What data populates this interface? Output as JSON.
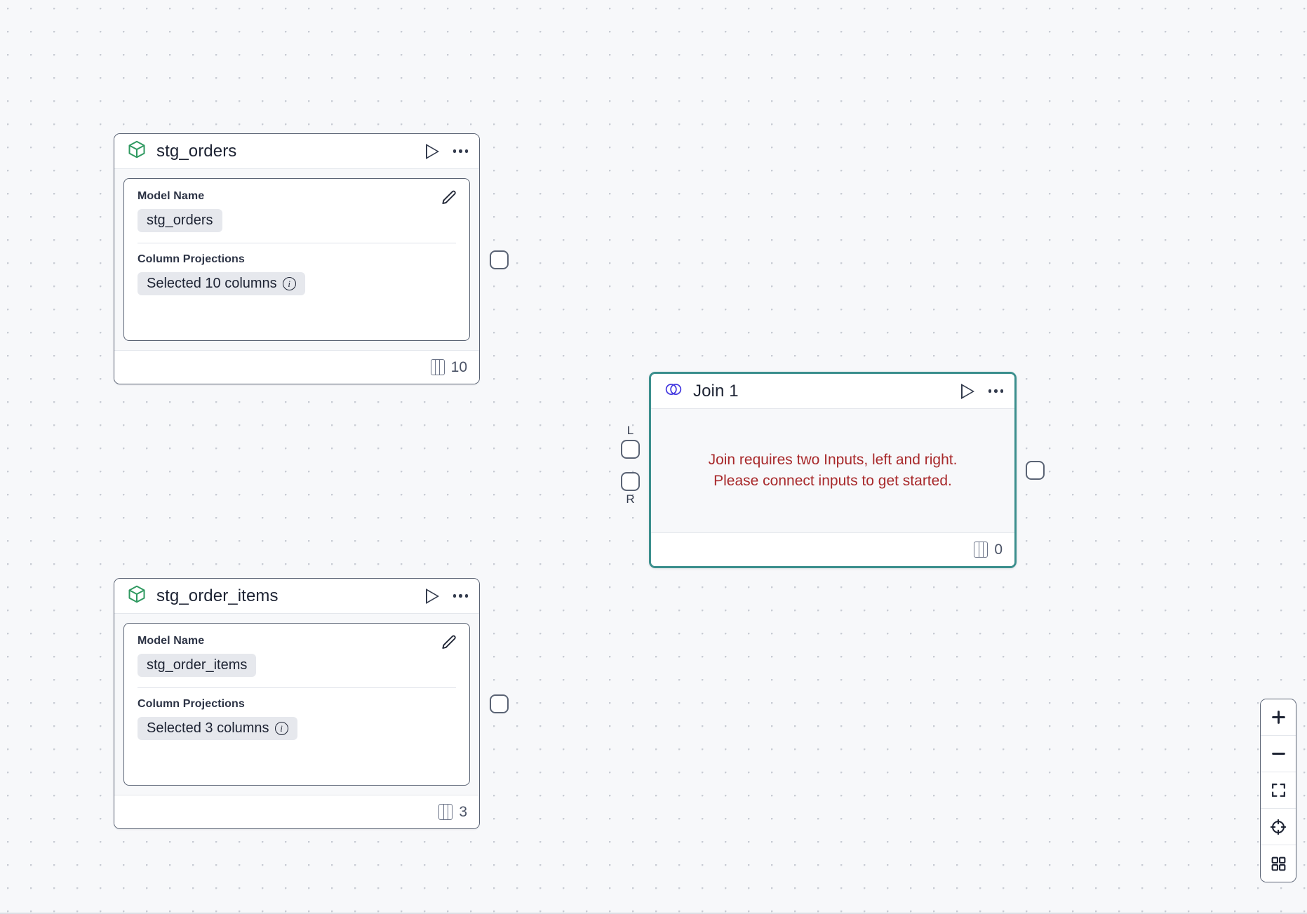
{
  "canvas": {
    "background_color": "#f7f8fa",
    "grid": "dot-grid",
    "grid_dot_color": "#c8ccd4"
  },
  "colors": {
    "node_border": "#5a6374",
    "selected_border": "#3b8f8d",
    "model_icon": "#2f9960",
    "join_icon": "#4338e0",
    "warning_text": "#a8292b",
    "chip_background": "#e6e8ed"
  },
  "nodes": [
    {
      "id": "stg_orders",
      "type": "model",
      "icon": "cube-icon",
      "title": "stg_orders",
      "selected": false,
      "actions": {
        "run_label": "run",
        "more_label": "more-options"
      },
      "fields": [
        {
          "label": "Model Name",
          "value": "stg_orders",
          "has_info": false,
          "editable": true
        },
        {
          "label": "Column Projections",
          "value": "Selected 10 columns",
          "has_info": true,
          "editable": false
        }
      ],
      "footer": {
        "columns": "10"
      }
    },
    {
      "id": "join_1",
      "type": "join",
      "icon": "venn-icon",
      "title": "Join 1",
      "selected": true,
      "actions": {
        "run_label": "run",
        "more_label": "more-options"
      },
      "warning_lines": [
        "Join requires two Inputs, left and right.",
        "Please connect inputs to get started."
      ],
      "input_ports": [
        {
          "label": "L",
          "name": "left"
        },
        {
          "label": "R",
          "name": "right"
        }
      ],
      "footer": {
        "columns": "0"
      }
    },
    {
      "id": "stg_order_items",
      "type": "model",
      "icon": "cube-icon",
      "title": "stg_order_items",
      "selected": false,
      "actions": {
        "run_label": "run",
        "more_label": "more-options"
      },
      "fields": [
        {
          "label": "Model Name",
          "value": "stg_order_items",
          "has_info": false,
          "editable": true
        },
        {
          "label": "Column Projections",
          "value": "Selected 3 columns",
          "has_info": true,
          "editable": false
        }
      ],
      "footer": {
        "columns": "3"
      }
    }
  ],
  "controls": [
    {
      "name": "zoom-in-button",
      "icon": "plus-icon",
      "label": "+"
    },
    {
      "name": "zoom-out-button",
      "icon": "minus-icon",
      "label": "−"
    },
    {
      "name": "fit-view-button",
      "icon": "fit-view-icon",
      "label": "fit view"
    },
    {
      "name": "center-button",
      "icon": "crosshair-icon",
      "label": "center"
    },
    {
      "name": "grid-toggle-button",
      "icon": "grid-icon",
      "label": "toggle grid"
    }
  ]
}
